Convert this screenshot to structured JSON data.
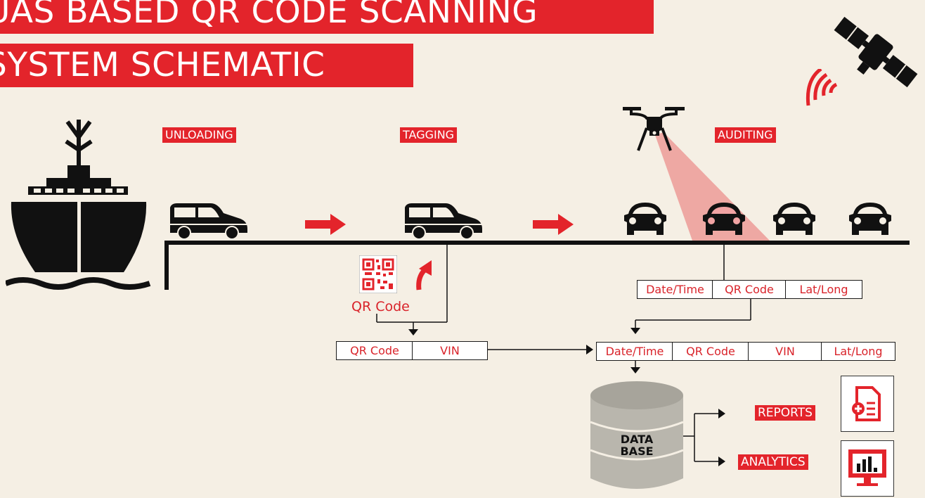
{
  "title": {
    "line1": "UAS BASED QR CODE SCANNING",
    "line2": "SYSTEM SCHEMATIC"
  },
  "stages": {
    "unloading": "UNLOADING",
    "tagging": "TAGGING",
    "auditing": "AUDITING"
  },
  "qr_label": "QR Code",
  "audit_record": [
    "Date/Time",
    "QR Code",
    "Lat/Long"
  ],
  "tag_record": [
    "QR Code",
    "VIN"
  ],
  "merged_record": [
    "Date/Time",
    "QR Code",
    "VIN",
    "Lat/Long"
  ],
  "database": {
    "line1": "DATA",
    "line2": "BASE"
  },
  "outputs": {
    "reports": "REPORTS",
    "analytics": "ANALYTICS"
  },
  "icons": [
    "ship-icon",
    "van-icon",
    "arrow-right-icon",
    "drone-icon",
    "car-front-icon",
    "satellite-icon",
    "signal-icon",
    "qr-code-icon",
    "database-icon",
    "report-icon",
    "analytics-icon"
  ],
  "colors": {
    "accent": "#e3242b",
    "background": "#f5efe4",
    "ink": "#111111"
  }
}
